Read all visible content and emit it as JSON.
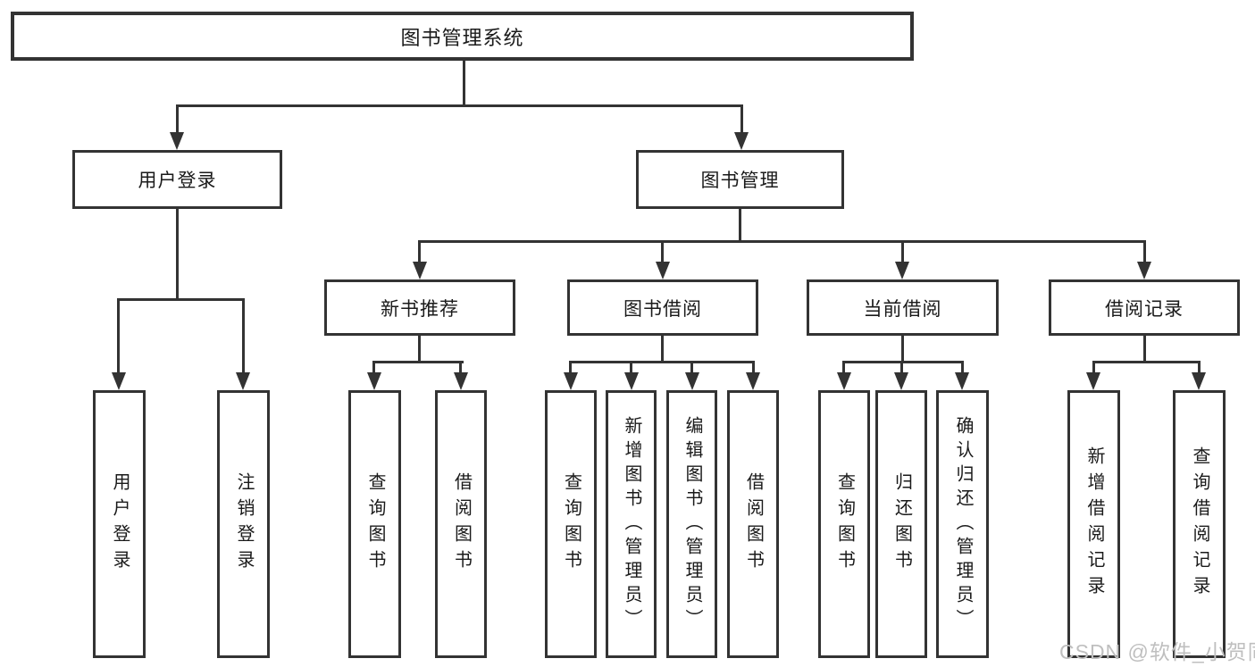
{
  "colors": {
    "line": "#333333",
    "box_border": "#333333",
    "text": "#1a1a1a",
    "background": "#ffffff",
    "watermark": "#bfbfbf"
  },
  "watermark": "CSDN @软件_小贺同学",
  "chart_data": {
    "type": "tree-diagram",
    "title": "图书管理系统",
    "hierarchy": {
      "图书管理系统": {
        "用户登录": [
          "用户登录",
          "注销登录"
        ],
        "图书管理": {
          "新书推荐": [
            "查询图书",
            "借阅图书"
          ],
          "图书借阅": [
            "查询图书",
            "新增图书（管理员）",
            "编辑图书（管理员）",
            "借阅图书"
          ],
          "当前借阅": [
            "查询图书",
            "归还图书",
            "确认归还（管理员）"
          ],
          "借阅记录": [
            "新增借阅记录",
            "查询借阅记录"
          ]
        }
      }
    }
  },
  "tree": {
    "root": {
      "label": "图书管理系统"
    },
    "level2": [
      {
        "label": "用户登录"
      },
      {
        "label": "图书管理"
      }
    ],
    "level3": [
      {
        "label": "新书推荐"
      },
      {
        "label": "图书借阅"
      },
      {
        "label": "当前借阅"
      },
      {
        "label": "借阅记录"
      }
    ],
    "leaves": {
      "user_login": [
        {
          "label": "用户登录"
        },
        {
          "label": "注销登录"
        }
      ],
      "new_book": [
        {
          "label": "查询图书"
        },
        {
          "label": "借阅图书"
        }
      ],
      "book_borrow": [
        {
          "label": "查询图书"
        },
        {
          "label": "新增图书（管理员）"
        },
        {
          "label": "编辑图书（管理员）"
        },
        {
          "label": "借阅图书"
        }
      ],
      "current_borrow": [
        {
          "label": "查询图书"
        },
        {
          "label": "归还图书"
        },
        {
          "label": "确认归还（管理员）"
        }
      ],
      "borrow_record": [
        {
          "label": "新增借阅记录"
        },
        {
          "label": "查询借阅记录"
        }
      ]
    }
  }
}
